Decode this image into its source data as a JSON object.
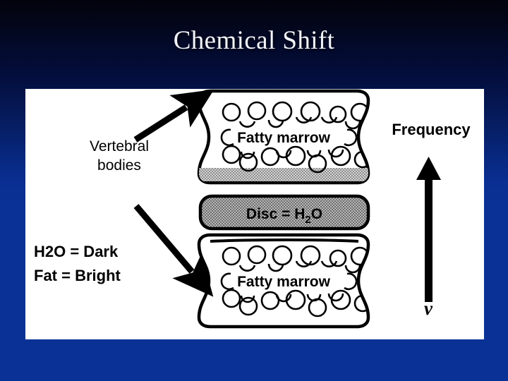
{
  "slide": {
    "title": "Chemical Shift",
    "background_top_color": "#02030c",
    "background_bottom_color": "#0a3296",
    "panel_color": "#ffffff"
  },
  "figure": {
    "labels": {
      "vertebral_line1": "Vertebral",
      "vertebral_line2": "bodies",
      "h2o_dark": "H2O = Dark",
      "fat_bright": "Fat = Bright",
      "frequency": "Frequency",
      "nu_symbol": "ν"
    },
    "structures": [
      {
        "name": "upper-vertebral-body",
        "label": "Fatty marrow",
        "fill": "#ffffff",
        "artifact_band": "dark-gray-chemical-shift-band",
        "artifact_position": "inferior-endplate"
      },
      {
        "name": "intervertebral-disc",
        "label_prefix": "Disc = H",
        "label_sub": "2",
        "label_suffix": "O",
        "fill": "#9a9a9a"
      },
      {
        "name": "lower-vertebral-body",
        "label": "Fatty marrow",
        "fill": "#ffffff",
        "artifact_band": "black-chemical-shift-line",
        "artifact_position": "superior-endplate"
      }
    ],
    "arrows": [
      {
        "name": "vertebral-bodies-upper-arrow",
        "direction": "up-right"
      },
      {
        "name": "vertebral-bodies-lower-arrow",
        "direction": "down-right"
      },
      {
        "name": "frequency-arrow",
        "direction": "up"
      }
    ]
  }
}
